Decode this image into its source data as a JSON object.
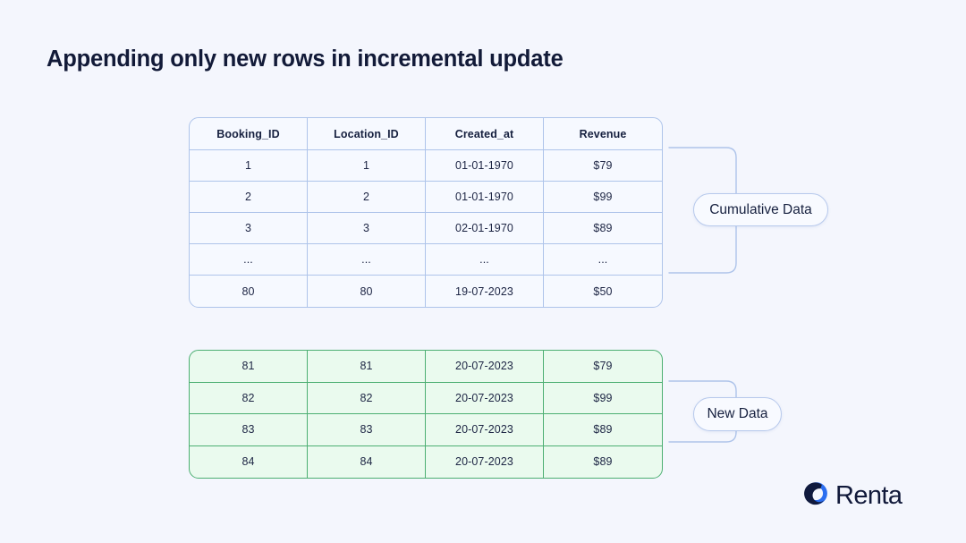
{
  "page": {
    "title": "Appending only new rows in incremental update",
    "background_color": "#f4f6fd"
  },
  "cumulative_table": {
    "name": "Cumulative Data",
    "border_color": "#aec4ea",
    "fill_color": "#f6f9ff",
    "columns": [
      "Booking_ID",
      "Location_ID",
      "Created_at",
      "Revenue"
    ],
    "rows": [
      [
        "1",
        "1",
        "01-01-1970",
        "$79"
      ],
      [
        "2",
        "2",
        "01-01-1970",
        "$99"
      ],
      [
        "3",
        "3",
        "02-01-1970",
        "$89"
      ],
      [
        "...",
        "...",
        "...",
        "..."
      ],
      [
        "80",
        "80",
        "19-07-2023",
        "$50"
      ]
    ]
  },
  "new_table": {
    "name": "New Data",
    "border_color": "#4caf72",
    "fill_color": "#eafaee",
    "rows": [
      [
        "81",
        "81",
        "20-07-2023",
        "$79"
      ],
      [
        "82",
        "82",
        "20-07-2023",
        "$99"
      ],
      [
        "83",
        "83",
        "20-07-2023",
        "$89"
      ],
      [
        "84",
        "84",
        "20-07-2023",
        "$89"
      ]
    ]
  },
  "labels": {
    "cumulative": "Cumulative Data",
    "new": "New Data"
  },
  "brand": {
    "name": "Renta",
    "mark_dark_color": "#101a3e",
    "mark_blue_color": "#2b6ef0"
  }
}
